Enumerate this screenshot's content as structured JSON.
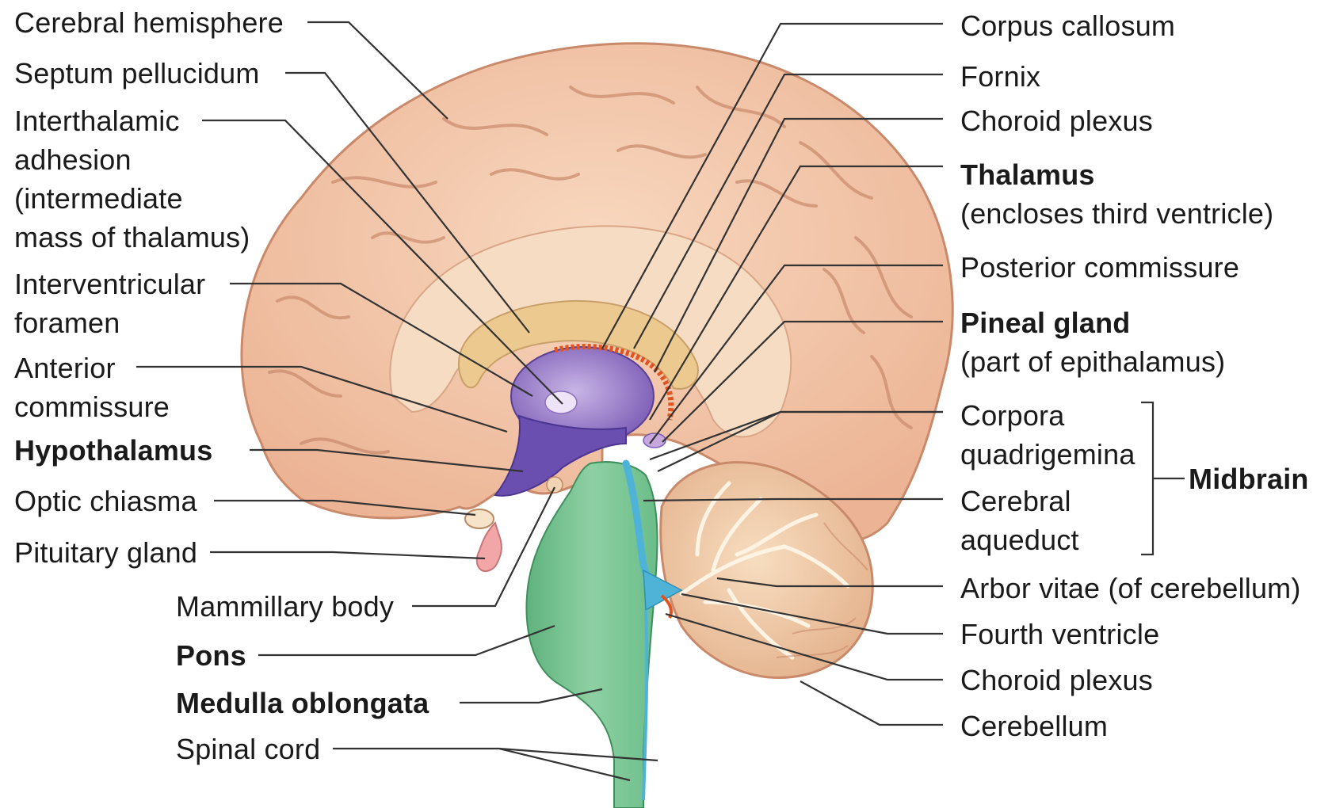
{
  "diagram": {
    "left_labels": {
      "cerebral_hemisphere": "Cerebral hemisphere",
      "septum_pellucidum": "Septum pellucidum",
      "interthalamic_adhesion": [
        "Interthalamic",
        "adhesion",
        "(intermediate",
        "mass of thalamus)"
      ],
      "interventricular_foramen": [
        "Interventricular",
        "foramen"
      ],
      "anterior_commissure": [
        "Anterior",
        "commissure"
      ],
      "hypothalamus": "Hypothalamus",
      "optic_chiasma": "Optic chiasma",
      "pituitary_gland": "Pituitary gland",
      "mammillary_body": "Mammillary body",
      "pons": "Pons",
      "medulla_oblongata": "Medulla oblongata",
      "spinal_cord": "Spinal cord"
    },
    "right_labels": {
      "corpus_callosum": "Corpus callosum",
      "fornix": "Fornix",
      "choroid_plexus_upper": "Choroid plexus",
      "thalamus": "Thalamus",
      "thalamus_note": "(encloses third ventricle)",
      "posterior_commissure": "Posterior commissure",
      "pineal_gland": "Pineal gland",
      "pineal_note": "(part of epithalamus)",
      "corpora_quadrigemina": [
        "Corpora",
        "quadrigemina"
      ],
      "cerebral_aqueduct": [
        "Cerebral",
        "aqueduct"
      ],
      "midbrain": "Midbrain",
      "arbor_vitae": "Arbor vitae (of cerebellum)",
      "fourth_ventricle": "Fourth ventricle",
      "choroid_plexus_lower": "Choroid plexus",
      "cerebellum": "Cerebellum"
    },
    "colors": {
      "cortex": "#f2c4a6",
      "cortex_dark": "#d9957a",
      "inner_white": "#f6dcc4",
      "corpus": "#e8c79e",
      "thalamus": "#8e6fc0",
      "hypothalamus": "#6a4fb0",
      "brainstem": "#7cc495",
      "ventricle": "#4fb3d8",
      "choroid": "#e2531f",
      "cerebellum": "#f0cda8",
      "pituitary": "#f2a6a8",
      "leader": "#333333"
    }
  }
}
